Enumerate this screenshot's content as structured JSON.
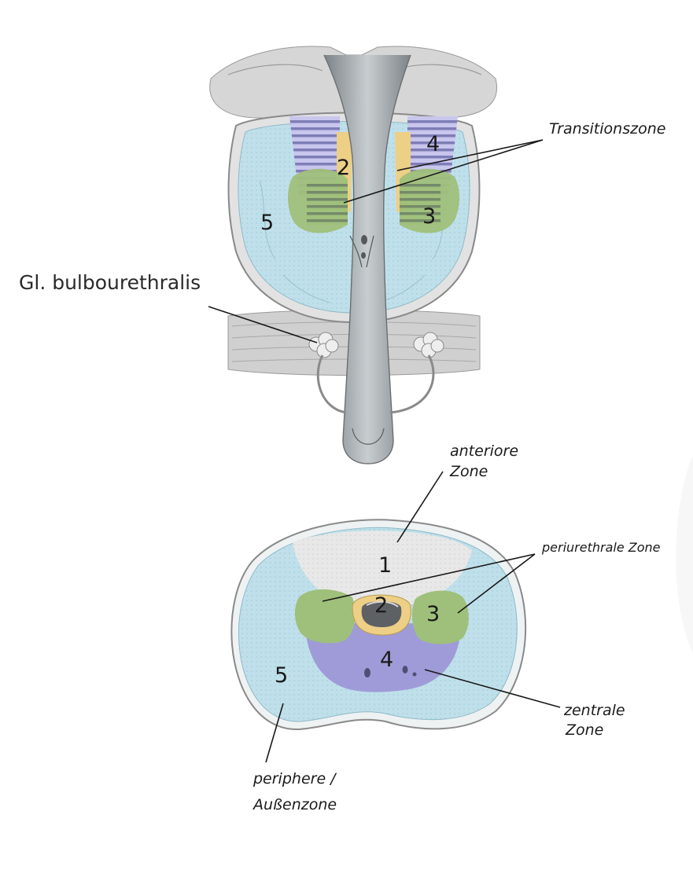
{
  "colors": {
    "peripheral": "#b9dce6",
    "peripheral_edge": "#8fb9c6",
    "transition_green": "#9fc07a",
    "periurethral_yellow": "#edcf86",
    "central_purple": "#9f9bd8",
    "anterior_gray": "#e3e3e3",
    "urethra_gray": "#9ea4a8",
    "muscle_gray": "#c8c8c8"
  },
  "top_view": {
    "label_transition": "Transitionszone",
    "label_bulbo": "Gl. bulbourethralis",
    "zone_numbers": [
      "2",
      "4",
      "5",
      "3"
    ]
  },
  "cross_section": {
    "label_anterior": [
      "anteriore",
      "Zone"
    ],
    "label_periurethral": "periurethrale Zone",
    "label_central": [
      "zentrale",
      "Zone"
    ],
    "label_peripheral": [
      "periphere /",
      "Außenzone"
    ],
    "zone_numbers": [
      "1",
      "2",
      "3",
      "4",
      "5"
    ]
  }
}
